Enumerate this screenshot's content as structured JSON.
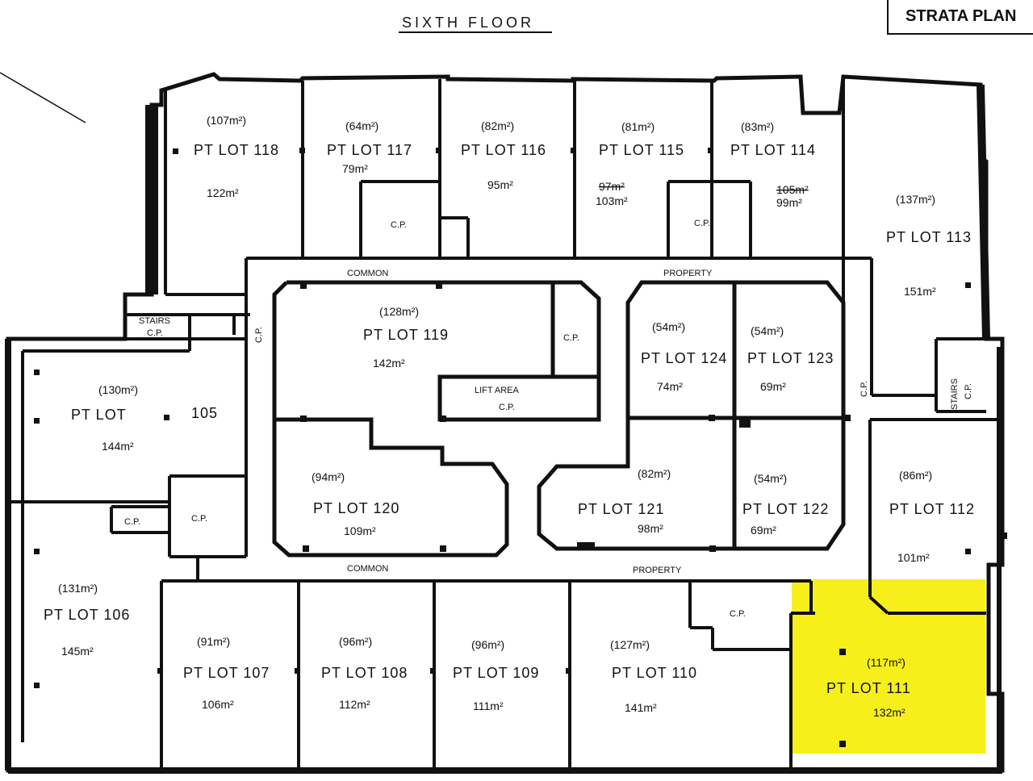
{
  "title": "SIXTH   FLOOR",
  "plan_label": "STRATA PLAN",
  "highlight_color": "#f7ef1a",
  "common_property": {
    "word1": "COMMON",
    "word2": "PROPERTY",
    "word3": "COMMON",
    "word4": "PROPERTY"
  },
  "cp_label": "C.P.",
  "stairs_left": {
    "line1": "STAIRS",
    "line2": "C.P."
  },
  "stairs_right": {
    "line1": "STAIRS",
    "line2": "C.P."
  },
  "lift": {
    "line1": "LIFT AREA",
    "line2": "C.P."
  },
  "lots": {
    "l118": {
      "label": "PT LOT 118",
      "orig": "(107m²)",
      "area": "122m²"
    },
    "l117": {
      "label": "PT LOT 117",
      "orig": "(64m²)",
      "area": "79m²"
    },
    "l116": {
      "label": "PT LOT 116",
      "orig": "(82m²)",
      "area": "95m²"
    },
    "l115": {
      "label": "PT LOT 115",
      "orig": "(81m²)",
      "struck": "97m²",
      "area": "103m²"
    },
    "l114": {
      "label": "PT LOT 114",
      "orig": "(83m²)",
      "struck": "105m²",
      "area": "99m²"
    },
    "l113": {
      "label": "PT LOT 113",
      "orig": "(137m²)",
      "area": "151m²"
    },
    "l119": {
      "label": "PT LOT 119",
      "orig": "(128m²)",
      "area": "142m²"
    },
    "l124": {
      "label": "PT LOT 124",
      "orig": "(54m²)",
      "area": "74m²"
    },
    "l123": {
      "label": "PT LOT 123",
      "orig": "(54m²)",
      "area": "69m²"
    },
    "l105": {
      "label1": "PT LOT",
      "label2": "105",
      "orig": "(130m²)",
      "area": "144m²"
    },
    "l120": {
      "label": "PT LOT 120",
      "orig": "(94m²)",
      "area": "109m²"
    },
    "l121": {
      "label": "PT LOT 121",
      "orig": "(82m²)",
      "area": "98m²"
    },
    "l122": {
      "label": "PT LOT 122",
      "orig": "(54m²)",
      "area": "69m²"
    },
    "l112": {
      "label": "PT LOT 112",
      "orig": "(86m²)",
      "area": "101m²"
    },
    "l106": {
      "label": "PT LOT 106",
      "orig": "(131m²)",
      "area": "145m²"
    },
    "l107": {
      "label": "PT LOT 107",
      "orig": "(91m²)",
      "area": "106m²"
    },
    "l108": {
      "label": "PT LOT 108",
      "orig": "(96m²)",
      "area": "112m²"
    },
    "l109": {
      "label": "PT LOT 109",
      "orig": "(96m²)",
      "area": "111m²"
    },
    "l110": {
      "label": "PT LOT 110",
      "orig": "(127m²)",
      "area": "141m²"
    },
    "l111": {
      "label": "PT LOT 111",
      "orig": "(117m²)",
      "area": "132m²"
    }
  }
}
